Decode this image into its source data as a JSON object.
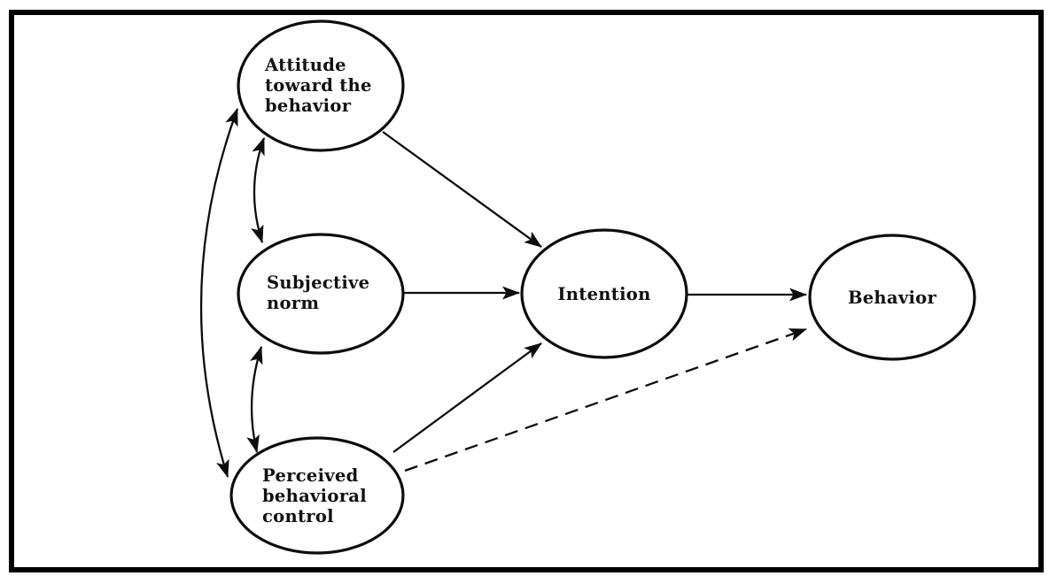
{
  "figure": {
    "kind": "path-diagram",
    "background_color": "#ffffff",
    "ink_color": "#0d0d0d"
  },
  "nodes": {
    "attitude": {
      "lines": [
        "Attitude",
        "toward the",
        "behavior"
      ]
    },
    "subjective_norm": {
      "lines": [
        "Subjective",
        "norm"
      ]
    },
    "perceived_control": {
      "lines": [
        "Perceived",
        "behavioral",
        "control"
      ]
    },
    "intention": {
      "label": "Intention"
    },
    "behavior": {
      "label": "Behavior"
    }
  },
  "edges": [
    {
      "from": "attitude",
      "to": "intention",
      "style": "solid",
      "arrows": "end"
    },
    {
      "from": "subjective_norm",
      "to": "intention",
      "style": "solid",
      "arrows": "end"
    },
    {
      "from": "perceived_control",
      "to": "intention",
      "style": "solid",
      "arrows": "end"
    },
    {
      "from": "intention",
      "to": "behavior",
      "style": "solid",
      "arrows": "end"
    },
    {
      "from": "perceived_control",
      "to": "behavior",
      "style": "dashed",
      "arrows": "end"
    },
    {
      "from": "attitude",
      "to": "subjective_norm",
      "style": "solid",
      "arrows": "both"
    },
    {
      "from": "subjective_norm",
      "to": "perceived_control",
      "style": "solid",
      "arrows": "both"
    },
    {
      "from": "attitude",
      "to": "perceived_control",
      "style": "solid",
      "arrows": "both"
    }
  ]
}
